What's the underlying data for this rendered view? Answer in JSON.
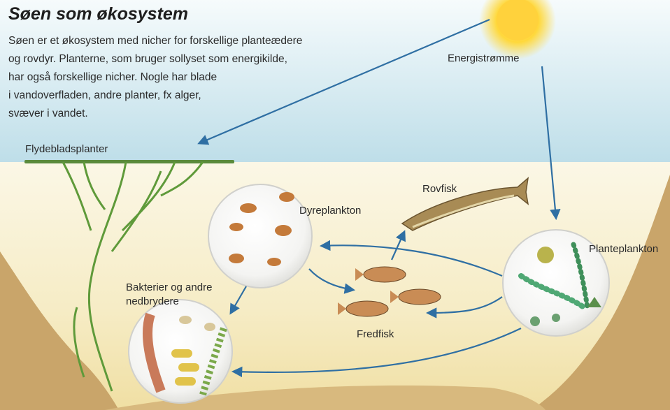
{
  "title": "Søen som økosystem",
  "intro_lines": [
    "Søen er et økosystem med nicher for forskellige planteædere",
    "og rovdyr. Planterne, som bruger sollyset som energikilde,",
    "har også forskellige nicher. Nogle har blade",
    "i vandoverfladen, andre planter, fx alger,",
    "svæver i vandet."
  ],
  "labels": {
    "energy_flow": "Energistrømme",
    "floating_plants": "Flydebladsplanter",
    "predatory_fish": "Rovfisk",
    "zooplankton": "Dyreplankton",
    "phytoplankton": "Planteplankton",
    "decomposers": [
      "Bakterier og andre",
      "nedbrydere"
    ],
    "prey_fish": "Fredfisk"
  },
  "colors": {
    "sky": "#cfe6ee",
    "water": "#f7f0d2",
    "sediment": "#c9a56a",
    "arrow": "#2f6fa3",
    "sun": "#ffd23c"
  }
}
